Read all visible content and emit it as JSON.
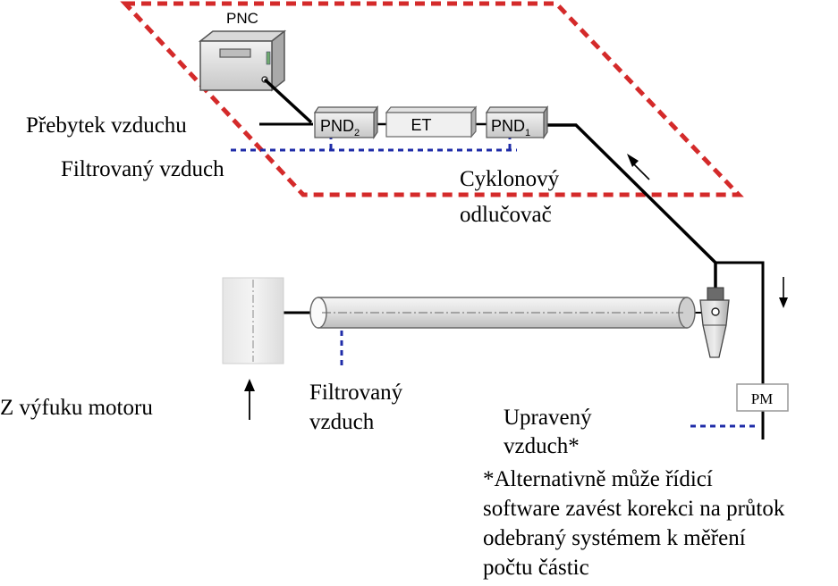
{
  "components": {
    "pnc": "PNC",
    "pnd2": "PND",
    "pnd2_sub": "2",
    "et": "ET",
    "pnd1": "PND",
    "pnd1_sub": "1",
    "pm": "PM"
  },
  "labels": {
    "excess_air": "Přebytek vzduchu",
    "filtered_air_top": "Filtrovaný vzduch",
    "cyclone_line1": "Cyklonový",
    "cyclone_line2": "odlučovač",
    "exhaust": "Z výfuku motoru",
    "filtered_air_bottom_line1": "Filtrovaný",
    "filtered_air_bottom_line2": "vzduch",
    "conditioned_line1": "Upravený",
    "conditioned_line2": "vzduch*",
    "footnote_line1": "*Alternativně může řídicí",
    "footnote_line2": "software zavést korekci na průtok",
    "footnote_line3": "odebraný systémem k měření",
    "footnote_line4": "počtu částic"
  },
  "colors": {
    "enclosure_dash": "#d42a2a",
    "filtered_air_dash": "#1f2ca8",
    "line": "#000000"
  }
}
